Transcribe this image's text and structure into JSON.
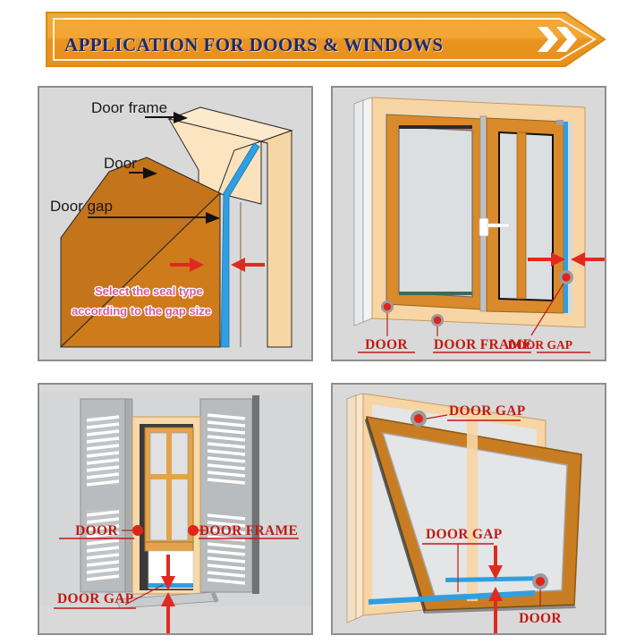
{
  "banner": {
    "title": "APPLICATION FOR DOORS & WINDOWS",
    "chevron_icon": "double-chevron-right-icon",
    "colors": {
      "fill_top": "#f0a22e",
      "fill_bottom": "#e8901c",
      "border": "#d98b14",
      "inner_outline": "#fbe9cf",
      "text": "#1d2a6e",
      "chevron": "#ffffff"
    }
  },
  "panels": [
    {
      "id": "panel-door-jamb-detail",
      "position": "top-left",
      "illustration": "door-and-frame-cutaway",
      "labels": [
        {
          "text": "Door frame",
          "style": "black-sans",
          "marker": "arrow-right"
        },
        {
          "text": "Door",
          "style": "black-sans",
          "marker": "arrow-right"
        },
        {
          "text": "Door gap",
          "style": "black-sans",
          "marker": "arrow-right"
        }
      ],
      "note": {
        "line1": "Select the seal type",
        "line2": "according to the gap size",
        "style": "pink-outlined"
      },
      "gap_arrows": "inward-red-arrows",
      "colors": {
        "background": "#d9d9d9",
        "door": "#ce7b1c",
        "door_shade": "#c4741a",
        "frame_light": "#fbdfb4",
        "frame_mid": "#fbe2bd",
        "seal": "#2f9fe0"
      }
    },
    {
      "id": "panel-sliding-window",
      "position": "top-right",
      "illustration": "sliding-window-front-view",
      "labels": [
        {
          "text": "DOOR",
          "style": "red-serif",
          "marker": "red-dot"
        },
        {
          "text": "DOOR FRAME",
          "style": "red-serif",
          "marker": "red-dot"
        },
        {
          "text": "DOOR GAP",
          "style": "red-serif",
          "marker": "red-dot"
        }
      ],
      "gap_arrows": "inward-red-arrows",
      "colors": {
        "background": "#d9d9d9",
        "frame_outer": "#f7d5a4",
        "sash": "#d98a2b",
        "glass": "#dcdfe1",
        "seal": "#2f9fe0"
      }
    },
    {
      "id": "panel-shuttered-window",
      "position": "bottom-left",
      "illustration": "window-with-louvered-shutters",
      "labels": [
        {
          "text": "DOOR",
          "style": "red-serif",
          "marker": "red-dot"
        },
        {
          "text": "DOOR FRAME",
          "style": "red-serif",
          "marker": "red-dot"
        },
        {
          "text": "DOOR GAP",
          "style": "red-serif",
          "marker": "leader-line"
        }
      ],
      "gap_arrows": "vertical-red-arrows",
      "colors": {
        "background": "#d9d9d9",
        "shutter": "#b9bcbe",
        "louver": "#f2f3f4",
        "sash": "#e4a34a",
        "frame_light": "#f7d9ab",
        "glass": "#ffffff",
        "seal": "#2f9fe0"
      }
    },
    {
      "id": "panel-awning-window",
      "position": "bottom-right",
      "illustration": "awning-window-open-outward",
      "labels": [
        {
          "text": "DOOR GAP",
          "style": "red-serif",
          "marker": "red-dot"
        },
        {
          "text": "DOOR GAP",
          "style": "red-serif",
          "marker": "leader-line"
        },
        {
          "text": "DOOR",
          "style": "red-serif",
          "marker": "red-dot"
        }
      ],
      "gap_arrows": "vertical-red-arrows",
      "colors": {
        "background": "#d9d9d9",
        "frame_light": "#f7d5a4",
        "sash": "#c97d23",
        "glass": "#e3e5e6",
        "seal": "#2f9fe0"
      }
    }
  ]
}
